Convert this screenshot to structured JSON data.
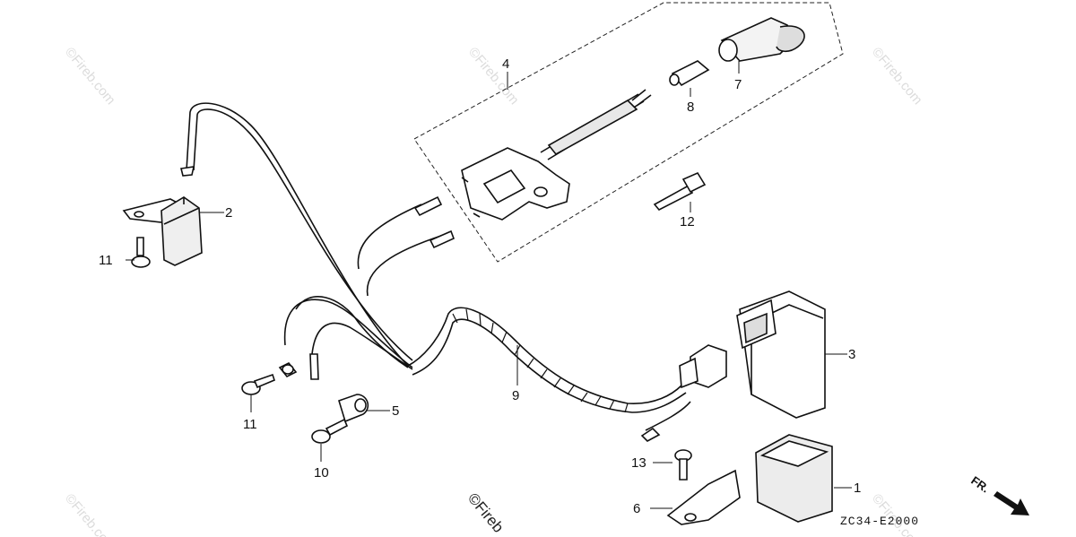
{
  "callouts": {
    "c1": "1",
    "c2": "2",
    "c3": "3",
    "c4": "4",
    "c5": "5",
    "c6": "6",
    "c7": "7",
    "c8": "8",
    "c9": "9",
    "c10": "10",
    "c11a": "11",
    "c11b": "11",
    "c12": "12",
    "c13": "13"
  },
  "diagram_code": "ZC34-E2000",
  "direction_label": "FR.",
  "watermark": "©Fireb.com",
  "watermark_bottom": "©Fireb"
}
